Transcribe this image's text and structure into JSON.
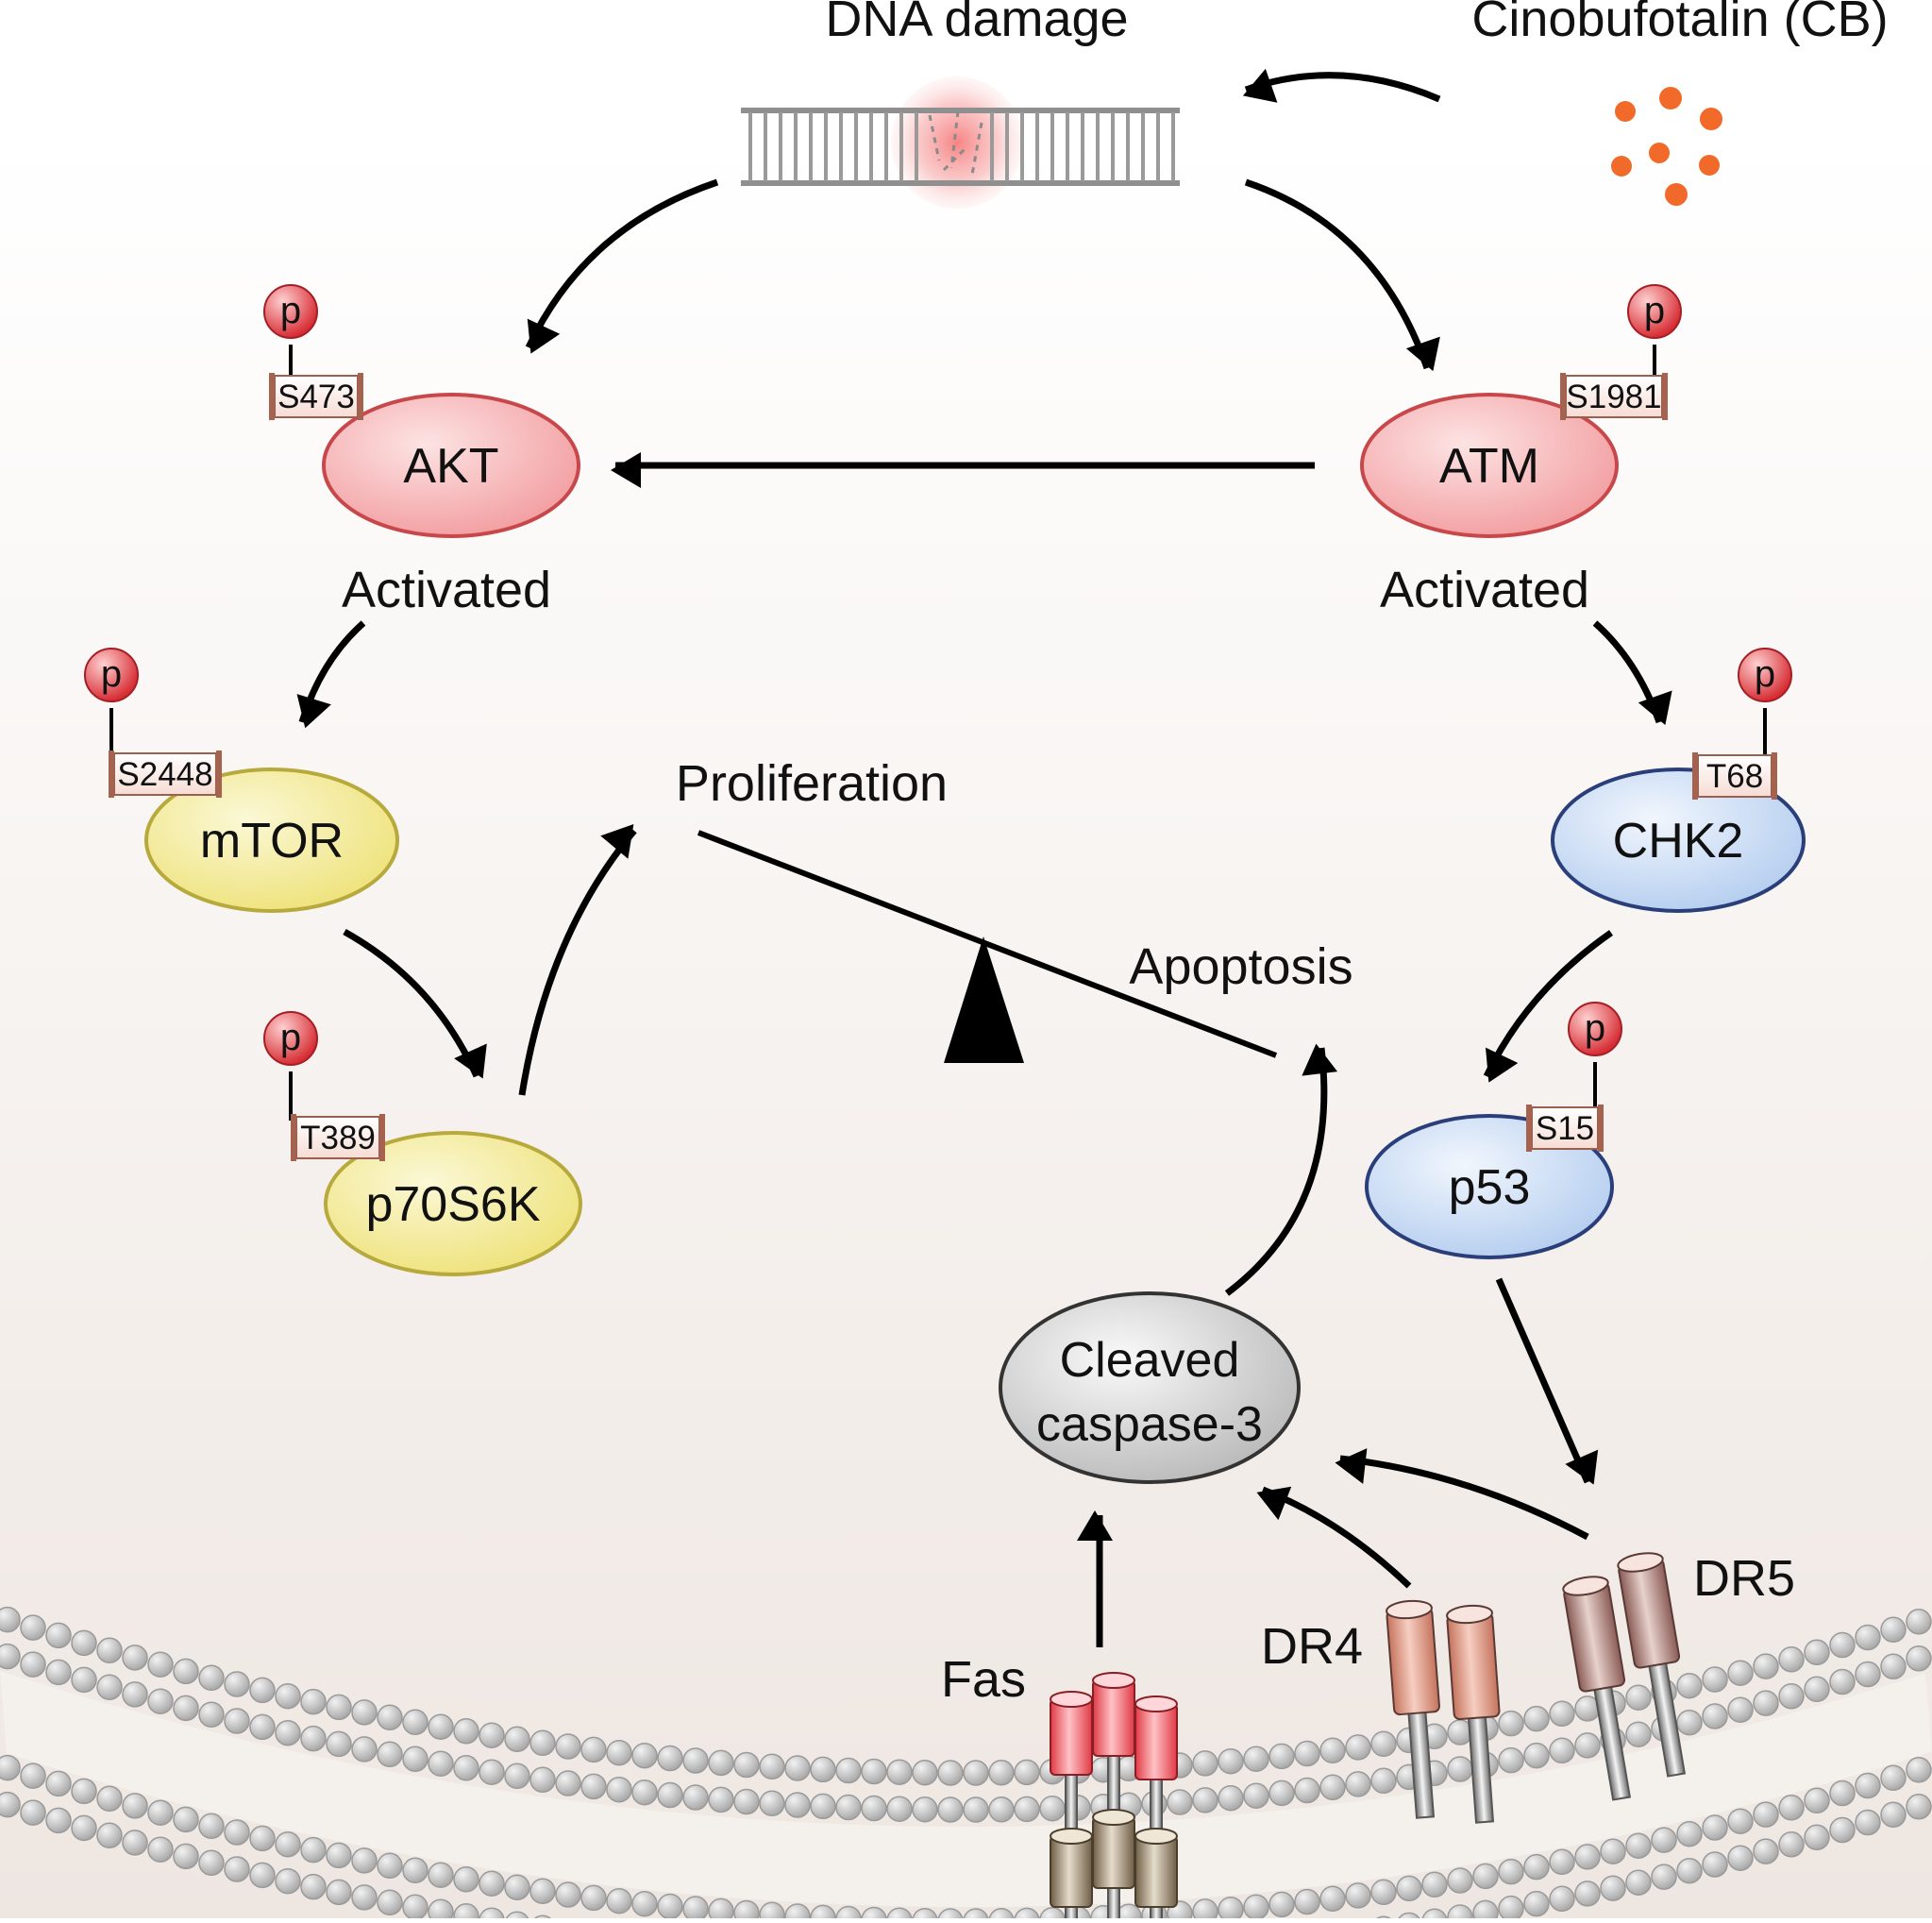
{
  "diagram": {
    "labels": {
      "dna_damage": "DNA damage",
      "drug": "Cinobufotalin (CB)",
      "activated_left": "Activated",
      "activated_right": "Activated",
      "proliferation": "Proliferation",
      "apoptosis": "Apoptosis",
      "fas": "Fas",
      "dr4": "DR4",
      "dr5": "DR5"
    },
    "nodes": {
      "akt": {
        "label": "AKT",
        "site": "S473",
        "phospho": "p",
        "color": "#f4a6a8"
      },
      "atm": {
        "label": "ATM",
        "site": "S1981",
        "phospho": "p",
        "color": "#f4a6a8"
      },
      "mtor": {
        "label": "mTOR",
        "site": "S2448",
        "phospho": "p",
        "color": "#f2ec9a"
      },
      "chk2": {
        "label": "CHK2",
        "site": "T68",
        "phospho": "p",
        "color": "#c7dcf5"
      },
      "p70s6k": {
        "label": "p70S6K",
        "site": "T389",
        "phospho": "p",
        "color": "#f2ec9a"
      },
      "p53": {
        "label": "p53",
        "site": "S15",
        "phospho": "p",
        "color": "#c7dcf5"
      },
      "caspase": {
        "line1": "Cleaved",
        "line2": "caspase-3",
        "color": "#d4d4d4"
      }
    },
    "colors": {
      "drug_dots": "#f26a2a",
      "phospho": "#d62d34",
      "membrane_heads": "#bdbdbd",
      "background_bottom": "#efe8e3"
    }
  }
}
